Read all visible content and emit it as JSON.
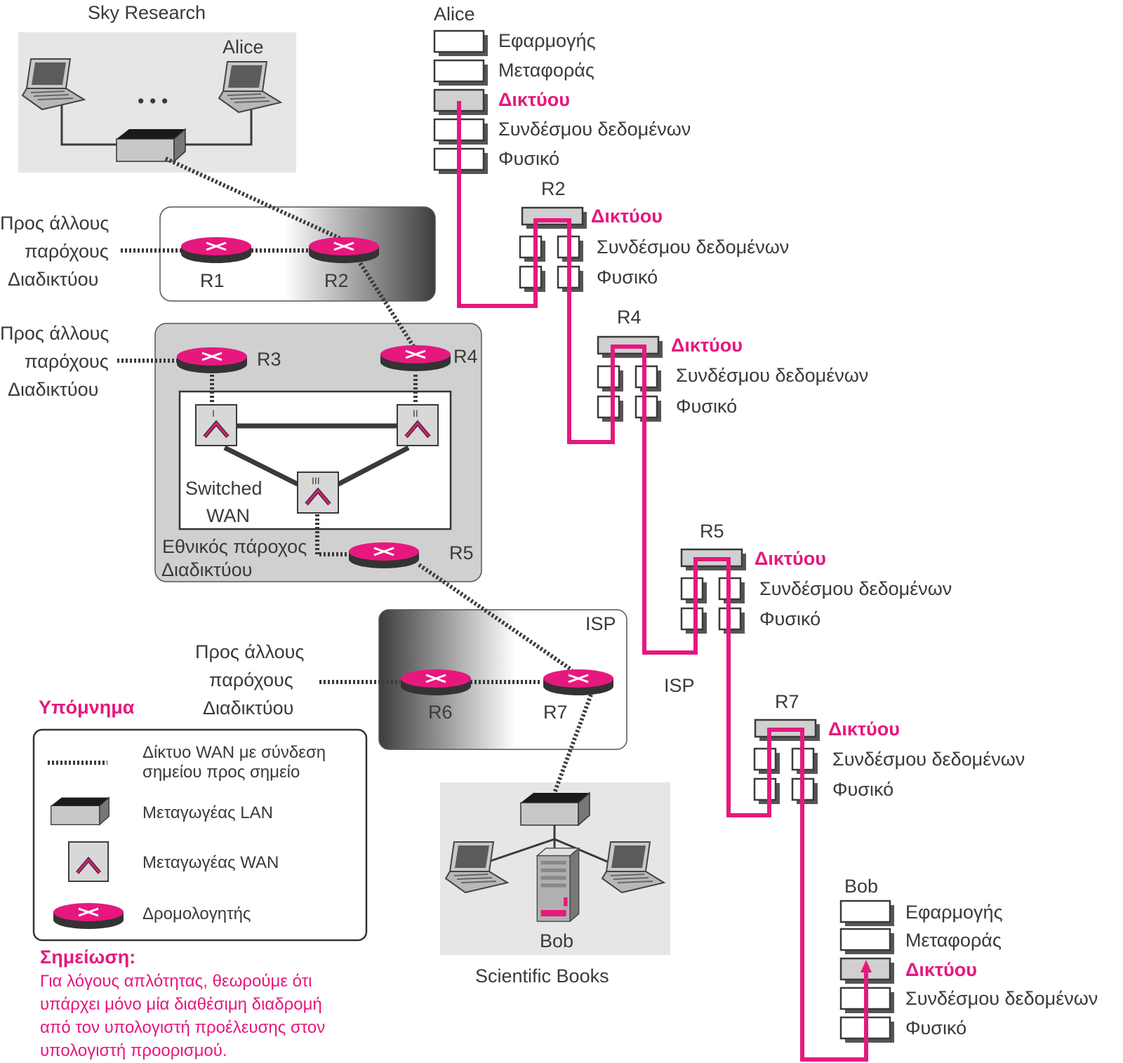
{
  "colors": {
    "accent": "#e6187e",
    "ink": "#3a3a3a",
    "panel": "#e6e6e6",
    "panel_dark": "#d0d0d0"
  },
  "network": {
    "sky_research": {
      "title": "Sky Research",
      "host_label": "Alice",
      "ellipsis": "• • •"
    },
    "other_providers_text": [
      "Προς άλλους",
      "παρόχους",
      "Διαδικτύου"
    ],
    "routers": {
      "r1": "R1",
      "r2": "R2",
      "r3": "R3",
      "r4": "R4",
      "r5": "R5",
      "r6": "R6",
      "r7": "R7"
    },
    "wan_switches": {
      "s1": "I",
      "s2": "II",
      "s3": "III"
    },
    "switched_wan": [
      "Switched",
      "WAN"
    ],
    "national_isp": [
      "Εθνικός πάροχος",
      "Διαδικτύου"
    ],
    "isp_box_label": "ISP",
    "scientific_books": {
      "title": "Scientific Books",
      "server_label": "Bob"
    }
  },
  "legend": {
    "title": "Υπόμνημα",
    "items": [
      {
        "icon": "dotted-line-icon",
        "text": [
          "Δίκτυο WAN με σύνδεση",
          "σημείου προς σημείο"
        ]
      },
      {
        "icon": "lan-switch-icon",
        "text": [
          "Μεταγωγέας LAN"
        ]
      },
      {
        "icon": "wan-switch-icon",
        "text": [
          "Μεταγωγέας WAN"
        ]
      },
      {
        "icon": "router-icon",
        "text": [
          "Δρομολογητής"
        ]
      }
    ]
  },
  "note": {
    "title": "Σημείωση:",
    "lines": [
      "Για λόγους απλότητας, θεωρούμε ότι",
      "υπάρχει μόνο μία διαθέσιμη διαδρομή",
      "από τον υπολογιστή προέλευσης στον",
      "υπολογιστή προορισμού."
    ]
  },
  "stacks": {
    "alice": {
      "label": "Alice",
      "layers": [
        "Εφαρμογής",
        "Μεταφοράς",
        "Δικτύου",
        "Συνδέσμου δεδομένων",
        "Φυσικό"
      ]
    },
    "r2": {
      "label": "R2",
      "layers": [
        "Δικτύου",
        "Συνδέσμου δεδομένων",
        "Φυσικό"
      ]
    },
    "r4": {
      "label": "R4",
      "layers": [
        "Δικτύου",
        "Συνδέσμου δεδομένων",
        "Φυσικό"
      ]
    },
    "r5": {
      "label": "R5",
      "layers": [
        "Δικτύου",
        "Συνδέσμου δεδομένων",
        "Φυσικό"
      ]
    },
    "isp_label": "ISP",
    "r7": {
      "label": "R7",
      "layers": [
        "Δικτύου",
        "Συνδέσμου δεδομένων",
        "Φυσικό"
      ]
    },
    "bob": {
      "label": "Bob",
      "layers": [
        "Εφαρμογής",
        "Μεταφοράς",
        "Δικτύου",
        "Συνδέσμου δεδομένων",
        "Φυσικό"
      ]
    }
  }
}
